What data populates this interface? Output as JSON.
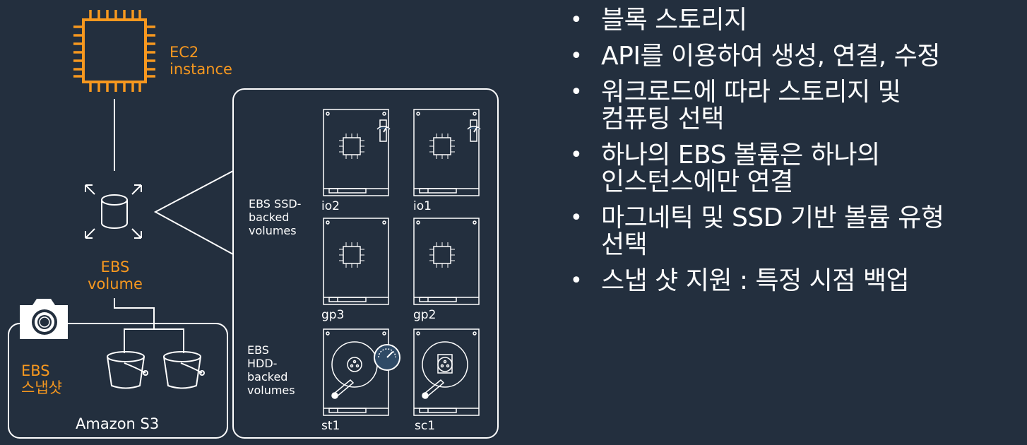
{
  "ec2": {
    "label_line1": "EC2",
    "label_line2": "instance",
    "icon": "ec2-chip-icon"
  },
  "ebs_volume": {
    "label_line1": "EBS",
    "label_line2": "volume",
    "icon": "ebs-volume-icon"
  },
  "snapshot": {
    "label_line1": "EBS",
    "label_line2": "스냅샷",
    "icon": "camera-icon"
  },
  "s3": {
    "label": "Amazon S3",
    "icon": "bucket-icon"
  },
  "ssd_group": {
    "line1": "EBS SSD-",
    "line2": "backed",
    "line3": "volumes"
  },
  "hdd_group": {
    "line1": "EBS",
    "line2": "HDD-",
    "line3": "backed",
    "line4": "volumes"
  },
  "volumes": [
    {
      "name": "io2",
      "kind": "ssd-gauge"
    },
    {
      "name": "io1",
      "kind": "ssd-gauge"
    },
    {
      "name": "gp3",
      "kind": "ssd"
    },
    {
      "name": "gp2",
      "kind": "ssd"
    },
    {
      "name": "st1",
      "kind": "hdd-gauge"
    },
    {
      "name": "sc1",
      "kind": "hdd"
    }
  ],
  "bullets": [
    {
      "line1": "블록 스토리지",
      "line2": ""
    },
    {
      "line1": "API를 이용하여 생성, 연결, 수정",
      "line2": ""
    },
    {
      "line1": "워크로드에 따라 스토리지 및",
      "line2": "컴퓨팅 선택"
    },
    {
      "line1": "하나의 EBS 볼륨은 하나의",
      "line2": "인스턴스에만 연결"
    },
    {
      "line1": "마그네틱 및 SSD 기반 볼륨 유형",
      "line2": "선택"
    },
    {
      "line1": "스냅 샷 지원 : 특정 시점 백업",
      "line2": ""
    }
  ],
  "colors": {
    "background": "#232f3e",
    "accent": "#f7981f",
    "foreground": "#ffffff",
    "gauge": "#2f4a66"
  }
}
